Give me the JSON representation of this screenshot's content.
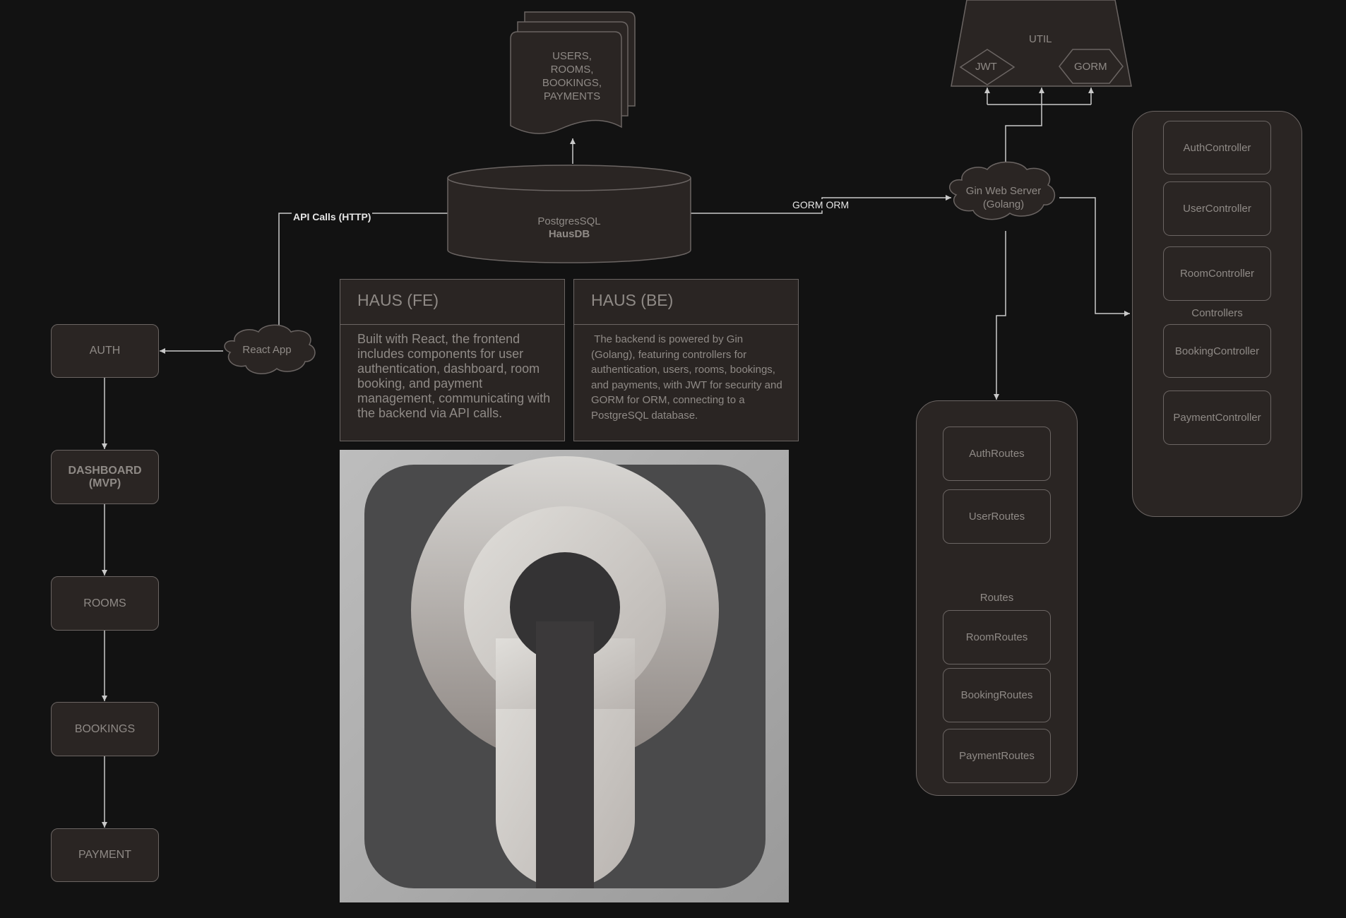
{
  "colors": {
    "background": "#121212",
    "node_fill": "#2a2523",
    "node_stroke": "#6b6563",
    "node_text": "#8f8a86",
    "edge": "#c9c9c9",
    "edge_label": "#e6e6e6"
  },
  "flow": {
    "auth": "AUTH",
    "dashboard": "DASHBOARD\n(MVP)",
    "rooms": "ROOMS",
    "bookings": "BOOKINGS",
    "payment": "PAYMENT"
  },
  "react_app": "React App",
  "api_calls_label": "API Calls (HTTP)",
  "database": {
    "name": "PostgresSQL",
    "db": "HausDB"
  },
  "tables_doc": "USERS,\nROOMS,\nBOOKINGS,\nPAYMENTS",
  "gorm_orm_label": "GORM ORM",
  "gin_server": "Gin Web Server\n(Golang)",
  "util": {
    "title": "UTIL",
    "jwt": "JWT",
    "gorm": "GORM"
  },
  "controllers": {
    "label": "Controllers",
    "items": [
      "AuthController",
      "UserController",
      "RoomController",
      "BookingController",
      "PaymentController"
    ]
  },
  "routes": {
    "label": "Routes",
    "items": [
      "AuthRoutes",
      "UserRoutes",
      "RoomRoutes",
      "BookingRoutes",
      "PaymentRoutes"
    ]
  },
  "fe_card": {
    "title": "HAUS (FE)",
    "body": "Built with React, the frontend includes components for user authentication, dashboard, room booking, and payment management, communicating with the backend via API calls."
  },
  "be_card": {
    "title": "HAUS (BE)",
    "body": " The backend is powered by Gin (Golang), featuring controllers for authentication, users, rooms, bookings, and payments, with JWT for security and GORM for ORM, connecting to a PostgreSQL database."
  },
  "logo_icon": "keyhole-logo-icon"
}
